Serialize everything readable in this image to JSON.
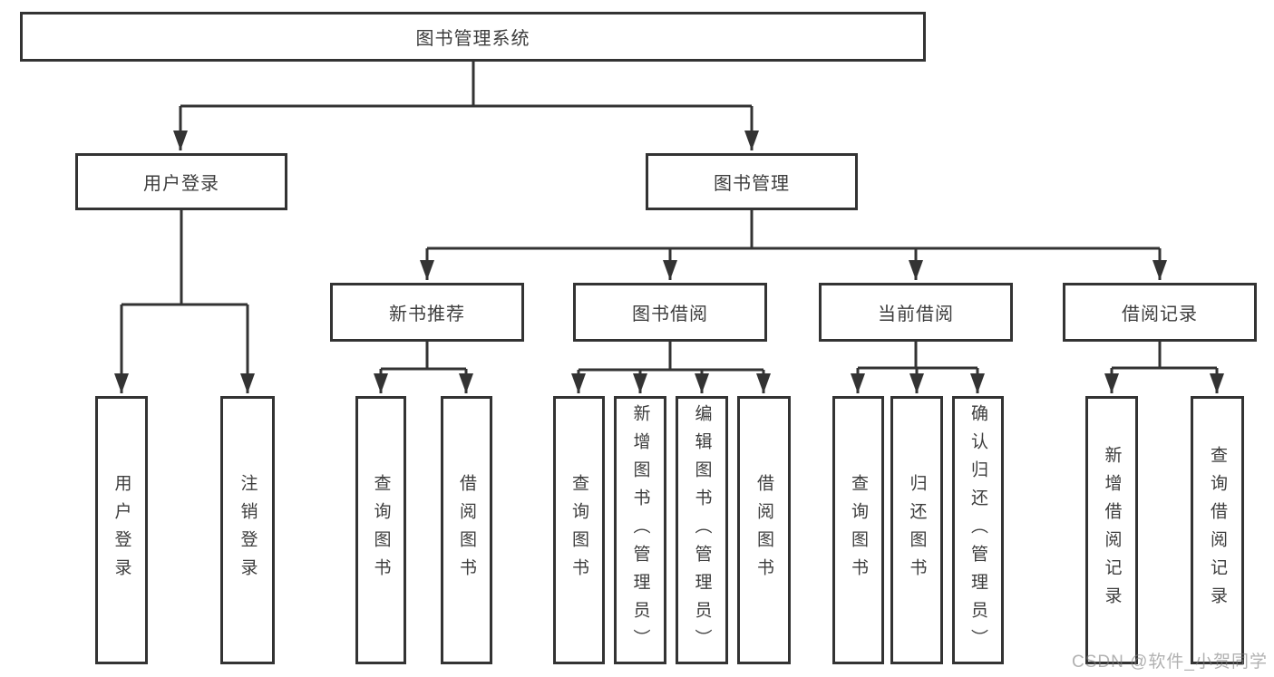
{
  "tree": {
    "label": "图书管理系统",
    "children": [
      {
        "label": "用户登录",
        "children": [
          {
            "label": "用户登录"
          },
          {
            "label": "注销登录"
          }
        ]
      },
      {
        "label": "图书管理",
        "children": [
          {
            "label": "新书推荐",
            "children": [
              {
                "label": "查询图书"
              },
              {
                "label": "借阅图书"
              }
            ]
          },
          {
            "label": "图书借阅",
            "children": [
              {
                "label": "查询图书"
              },
              {
                "label": "新增图书（管理员）"
              },
              {
                "label": "编辑图书（管理员）"
              },
              {
                "label": "借阅图书"
              }
            ]
          },
          {
            "label": "当前借阅",
            "children": [
              {
                "label": "查询图书"
              },
              {
                "label": "归还图书"
              },
              {
                "label": "确认归还（管理员）"
              }
            ]
          },
          {
            "label": "借阅记录",
            "children": [
              {
                "label": "新增借阅记录"
              },
              {
                "label": "查询借阅记录"
              }
            ]
          }
        ]
      }
    ]
  },
  "watermark": "CSDN @软件_小贺同学",
  "colors": {
    "line": "#333333",
    "text": "#3d3d3d",
    "watermark": "#7d7d7d"
  }
}
